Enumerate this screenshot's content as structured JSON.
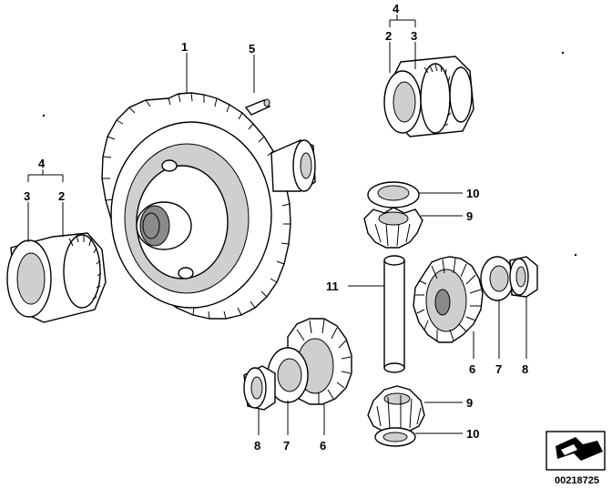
{
  "labels": {
    "l1": "1",
    "l5": "5",
    "l4_top": "4",
    "l2_top": "2",
    "l3_top": "3",
    "l4_left": "4",
    "l3_left": "3",
    "l2_left": "2",
    "l10_top": "10",
    "l9_top": "9",
    "l11": "11",
    "l6_right": "6",
    "l7_right": "7",
    "l8_right": "8",
    "l9_bottom": "9",
    "l10_bottom": "10",
    "l8_bottom": "8",
    "l7_bottom": "7",
    "l6_bottom": "6"
  },
  "doc_number": "00218725",
  "icons": [
    "arrow-icon"
  ]
}
